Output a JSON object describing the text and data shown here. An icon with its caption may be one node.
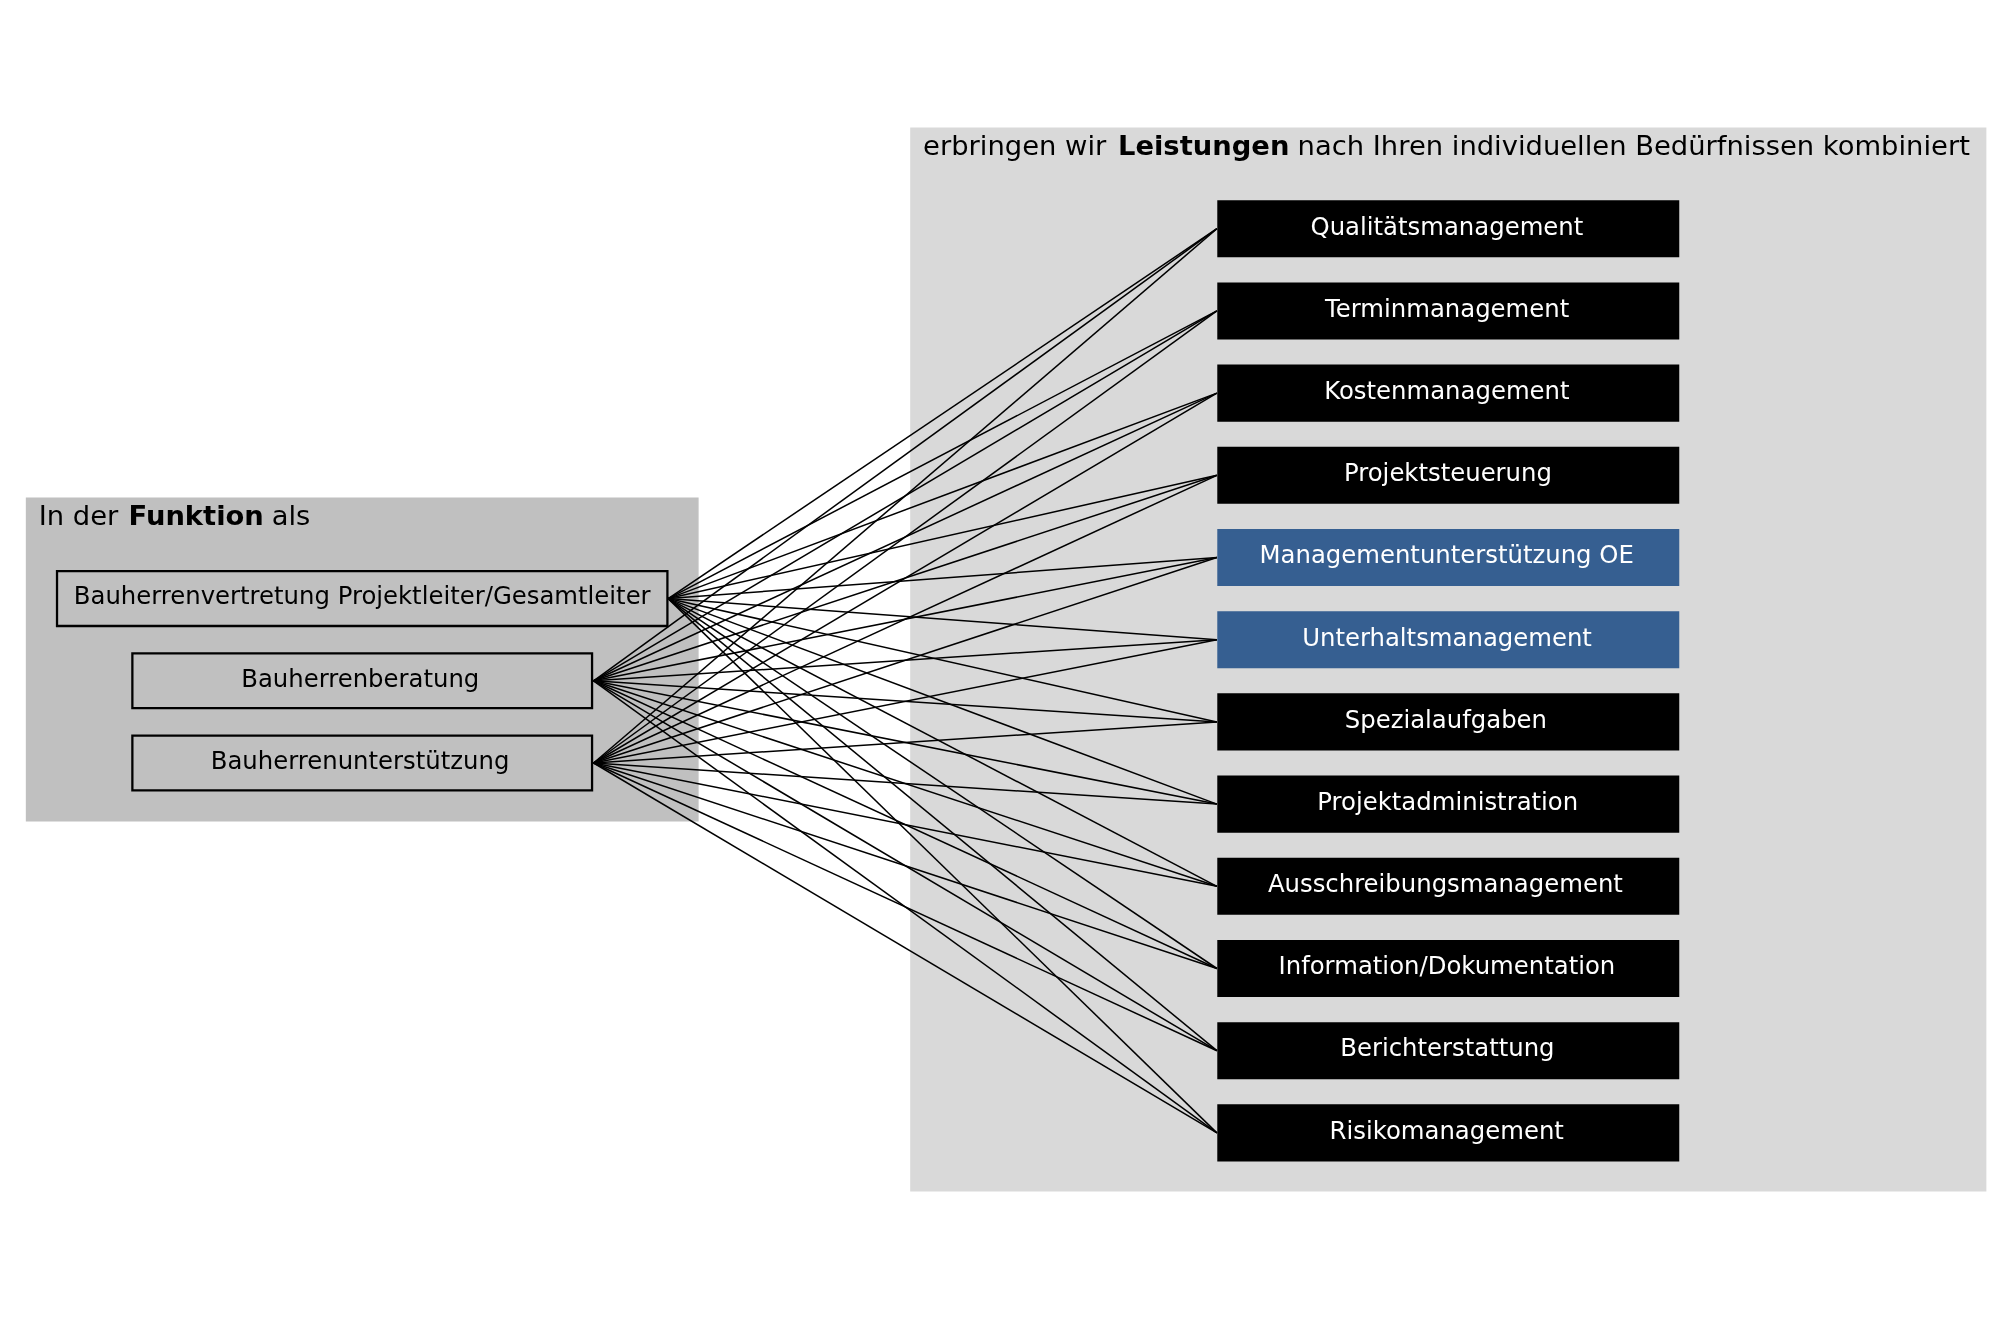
{
  "diagram": {
    "nodes": [
      {
        "text": [
          "In der **Funktion** als"
        ]
      },
      {
        "text": [
          "Bauherrenvertretung Projektleiter/Gesamtleiter"
        ],
        "in": 0
      },
      {
        "text": [
          "Bauherrenunterstützung"
        ],
        "in": 0
      },
      {
        "text": [
          "Bauherrenberatung"
        ],
        "in": 0
      },
      {
        "text": [
          "erbringen wir **Leistungen** nach Ihren individuellen Bedürfnissen kombiniert"
        ]
      },
      {
        "text": [
          "Projektsteuerung"
        ],
        "in": 4
      },
      {
        "text": [
          "Kostenmanagement"
        ],
        "in": 4
      },
      {
        "text": [
          "Terminmanagement"
        ],
        "in": 4
      },
      {
        "text": [
          "Qualitätsmanagement"
        ],
        "in": 4
      },
      {
        "text": [
          "Risikomanagement"
        ],
        "in": 4
      },
      {
        "text": [
          "Berichterstattung"
        ],
        "in": 4
      },
      {
        "text": [
          "Information/Dokumentation"
        ],
        "in": 4
      },
      {
        "text": [
          "Ausschreibungsmanagement"
        ],
        "in": 4
      },
      {
        "text": [
          "Projektadministration"
        ],
        "in": 4
      },
      {
        "text": [
          "Spezialaufgaben"
        ],
        "in": 4
      },
      {
        "text": [
          "Unterhaltsmanagement"
        ],
        "in": 4
      },
      {
        "text": [
          "Managementunterstützung OE"
        ],
        "in": 4
      }
    ],
    "edges": [
      {
        "from": 1,
        "to": 5,
        "arrow": "none"
      },
      {
        "from": 1,
        "to": 6,
        "arrow": "none"
      },
      {
        "from": 1,
        "to": 7,
        "arrow": "none"
      },
      {
        "from": 1,
        "to": 8,
        "arrow": "none"
      },
      {
        "from": 1,
        "to": 9,
        "arrow": "none"
      },
      {
        "from": 1,
        "to": 10,
        "arrow": "none"
      },
      {
        "from": 1,
        "to": 11,
        "arrow": "none"
      },
      {
        "from": 1,
        "to": 12,
        "arrow": "none"
      },
      {
        "from": 1,
        "to": 13,
        "arrow": "none"
      },
      {
        "from": 1,
        "to": 14,
        "arrow": "none"
      },
      {
        "from": 1,
        "to": 15,
        "arrow": "none"
      },
      {
        "from": 1,
        "to": 16,
        "arrow": "none"
      },
      {
        "from": 2,
        "to": 5,
        "arrow": "none"
      },
      {
        "from": 2,
        "to": 6,
        "arrow": "none"
      },
      {
        "from": 2,
        "to": 7,
        "arrow": "none"
      },
      {
        "from": 2,
        "to": 8,
        "arrow": "none"
      },
      {
        "from": 2,
        "to": 9,
        "arrow": "none"
      },
      {
        "from": 2,
        "to": 10,
        "arrow": "none"
      },
      {
        "from": 2,
        "to": 11,
        "arrow": "none"
      },
      {
        "from": 2,
        "to": 12,
        "arrow": "none"
      },
      {
        "from": 2,
        "to": 13,
        "arrow": "none"
      },
      {
        "from": 2,
        "to": 14,
        "arrow": "none"
      },
      {
        "from": 2,
        "to": 15,
        "arrow": "none"
      },
      {
        "from": 2,
        "to": 16,
        "arrow": "none"
      },
      {
        "from": 3,
        "to": 5,
        "arrow": "none"
      },
      {
        "from": 3,
        "to": 6,
        "arrow": "none"
      },
      {
        "from": 3,
        "to": 7,
        "arrow": "none"
      },
      {
        "from": 3,
        "to": 8,
        "arrow": "none"
      },
      {
        "from": 3,
        "to": 9,
        "arrow": "none"
      },
      {
        "from": 3,
        "to": 10,
        "arrow": "none"
      },
      {
        "from": 3,
        "to": 11,
        "arrow": "none"
      },
      {
        "from": 3,
        "to": 12,
        "arrow": "none"
      },
      {
        "from": 3,
        "to": 13,
        "arrow": "none"
      },
      {
        "from": 3,
        "to": 14,
        "arrow": "none"
      },
      {
        "from": 3,
        "to": 15,
        "arrow": "none"
      },
      {
        "from": 3,
        "to": 16,
        "arrow": "none"
      }
    ]
  }
}
